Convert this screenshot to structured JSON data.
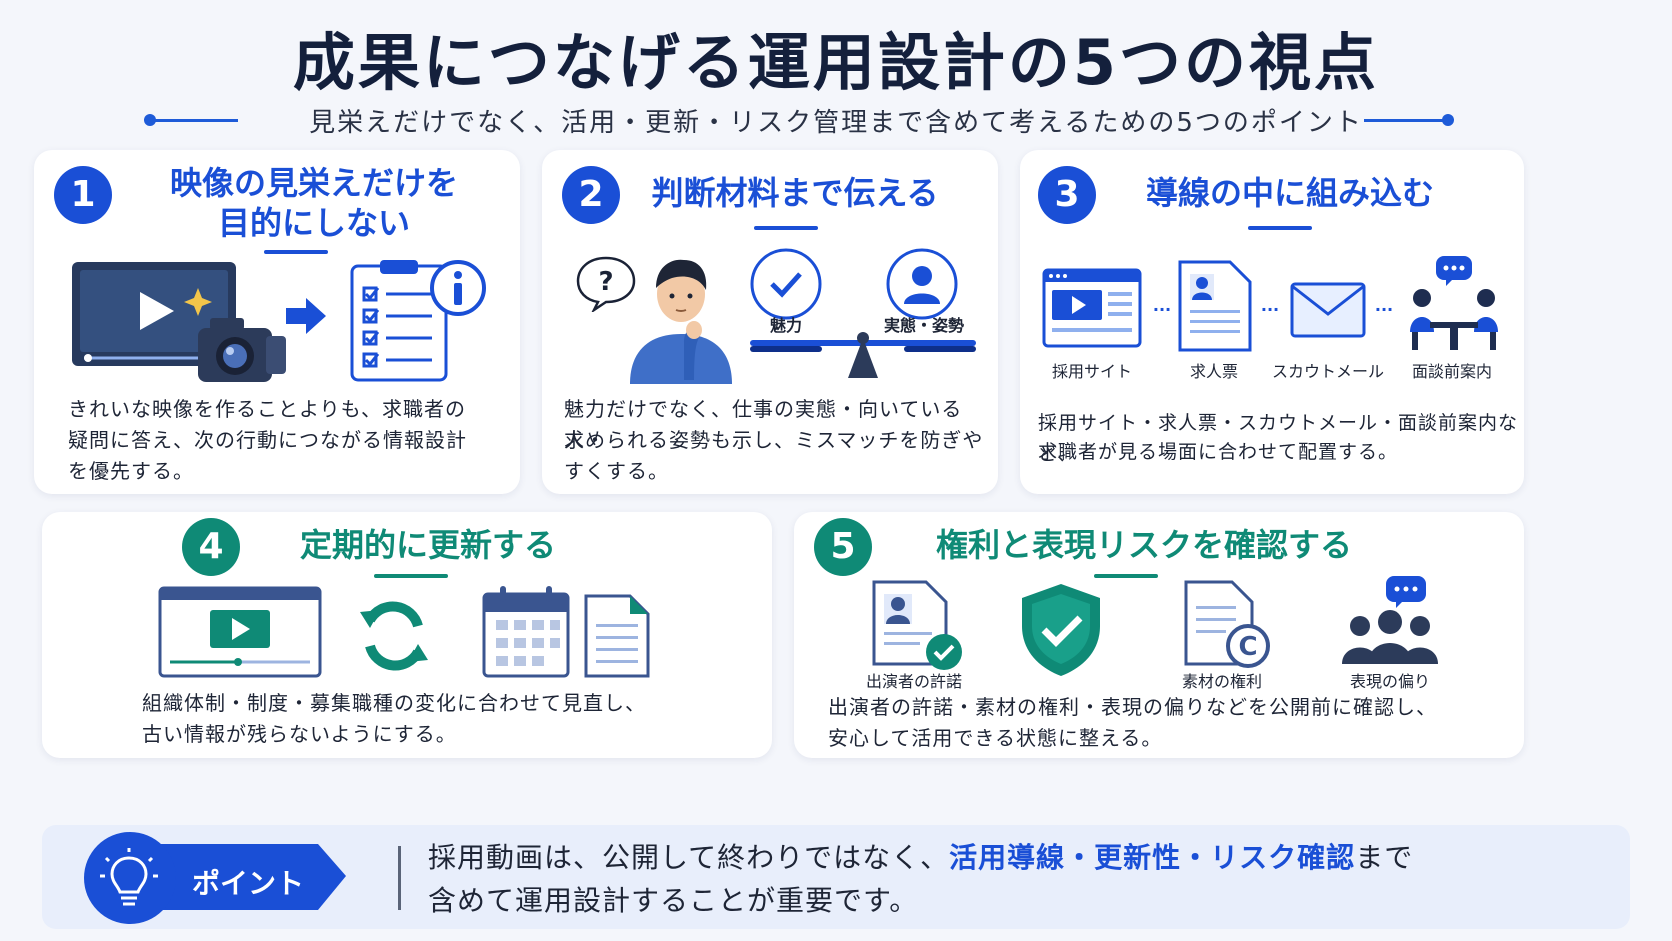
{
  "header": {
    "title": "成果につなげる運用設計の5つの視点",
    "subtitle": "見栄えだけでなく、活用・更新・リスク管理まで含めて考えるための5つのポイント"
  },
  "cards": [
    {
      "number": "1",
      "title_line1": "映像の見栄えだけを",
      "title_line2": "目的にしない",
      "text_line1": "きれいな映像を作ることよりも、求職者の",
      "text_line2": "疑問に答え、次の行動につながる情報設計",
      "text_line3": "を優先する。",
      "icons": [
        "video-player-icon",
        "camera-icon",
        "arrow-right-icon",
        "clipboard-checklist-icon",
        "info-icon"
      ]
    },
    {
      "number": "2",
      "title": "判断材料まで伝える",
      "text_line1": "魅力だけでなく、仕事の実態・向いている人・",
      "text_line2": "求められる姿勢も示し、ミスマッチを防ぎや",
      "text_line3": "すくする。",
      "balance_left": "魅力",
      "balance_right": "実態・姿勢",
      "icons": [
        "question-bubble-icon",
        "thinking-person-icon",
        "balance-scale-icon"
      ]
    },
    {
      "number": "3",
      "title": "導線の中に組み込む",
      "text_line1": "採用サイト・求人票・スカウトメール・面談前案内など、",
      "text_line2": "求職者が見る場面に合わせて配置する。",
      "channels": [
        "採用サイト",
        "求人票",
        "スカウトメール",
        "面談前案内"
      ],
      "icons": [
        "website-icon",
        "document-icon",
        "mail-icon",
        "meeting-icon"
      ]
    },
    {
      "number": "4",
      "title": "定期的に更新する",
      "text_line1": "組織体制・制度・募集職種の変化に合わせて見直し、",
      "text_line2": "古い情報が残らないようにする。",
      "icons": [
        "video-player-icon",
        "refresh-icon",
        "calendar-icon",
        "document-icon"
      ]
    },
    {
      "number": "5",
      "title": "権利と表現リスクを確認する",
      "text_line1": "出演者の許諾・素材の権利・表現の偏りなどを公開前に確認し、",
      "text_line2": "安心して活用できる状態に整える。",
      "items": [
        "出演者の許諾",
        "素材の権利",
        "表現の偏り"
      ],
      "icons": [
        "profile-check-icon",
        "shield-check-icon",
        "copyright-document-icon",
        "group-icon"
      ]
    }
  ],
  "point": {
    "badge": "ポイント",
    "text_part1": "採用動画は、公開して終わりではなく、",
    "text_highlight": "活用導線・更新性・リスク確認",
    "text_part2": "まで",
    "text_line2": "含めて運用設計することが重要です。",
    "icon": "lightbulb-icon"
  },
  "colors": {
    "blue": "#1a4fd6",
    "teal": "#0f8a76",
    "navy": "#14203c"
  }
}
